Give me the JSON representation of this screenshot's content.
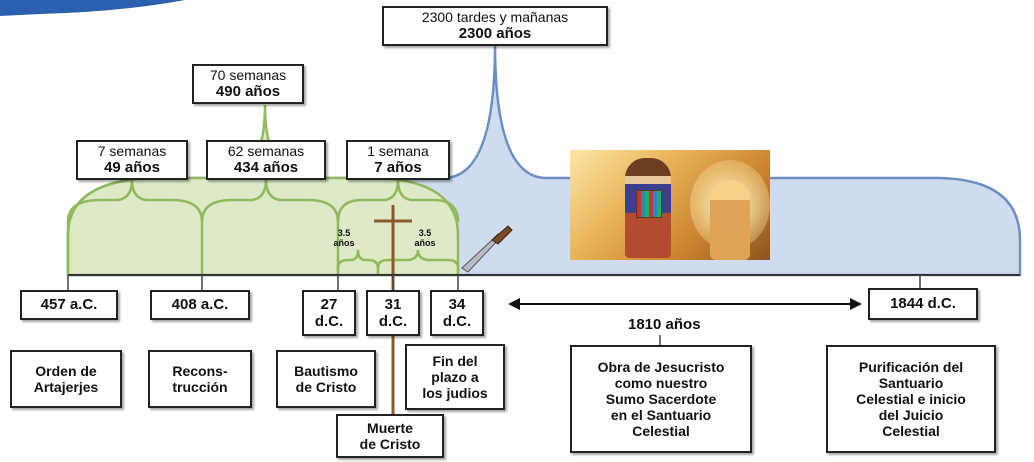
{
  "colors": {
    "outer_fill": "#cfdcf0",
    "outer_stroke": "#6a8fc4",
    "inner_fill": "#dde9c7",
    "inner_stroke": "#8fba5a",
    "box_border": "#222222",
    "cross": "#8b5a2b"
  },
  "top": {
    "line1": "2300 tardes y mañanas",
    "line2": "2300 años"
  },
  "seventy": {
    "line1": "70 semanas",
    "line2": "490 años"
  },
  "segments": [
    {
      "line1": "7 semanas",
      "line2": "49 años"
    },
    {
      "line1": "62 semanas",
      "line2": "434 años"
    },
    {
      "line1": "1 semana",
      "line2": "7 años"
    }
  ],
  "half_week": {
    "left_num": "3.5",
    "left_unit": "años",
    "right_num": "3.5",
    "right_unit": "años"
  },
  "dates": {
    "d457": "457 a.C.",
    "d408": "408 a.C.",
    "d27_a": "27",
    "d27_b": "d.C.",
    "d31_a": "31",
    "d31_b": "d.C.",
    "d34_a": "34",
    "d34_b": "d.C.",
    "d1844": "1844 d.C."
  },
  "span_label": "1810 años",
  "events": {
    "orden": [
      "Orden de",
      "Artajerjes"
    ],
    "recons": [
      "Recons-",
      "trucción"
    ],
    "bautismo": [
      "Bautismo",
      "de Cristo"
    ],
    "fin": [
      "Fin del",
      "plazo a",
      "los judios"
    ],
    "muerte": [
      "Muerte",
      "de Cristo"
    ],
    "obra": [
      "Obra de Jesucristo",
      "como nuestro",
      "Sumo Sacerdote",
      "en el Santuario",
      "Celestial"
    ],
    "purificacion": [
      "Purificación del",
      "Santuario",
      "Celestial e inicio",
      "del Juicio",
      "Celestial"
    ]
  }
}
